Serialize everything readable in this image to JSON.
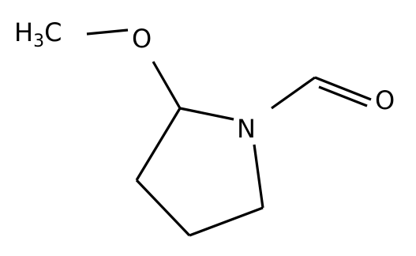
{
  "molecule": {
    "atoms": {
      "methyl": {
        "symbol": "H",
        "subscript": "3",
        "suffix": "C"
      },
      "ether_oxygen": "O",
      "ring_nitrogen": "N",
      "carbonyl_oxygen": "O"
    },
    "colors": {
      "bond": "#000000",
      "text": "#000000",
      "background": "#ffffff"
    }
  }
}
